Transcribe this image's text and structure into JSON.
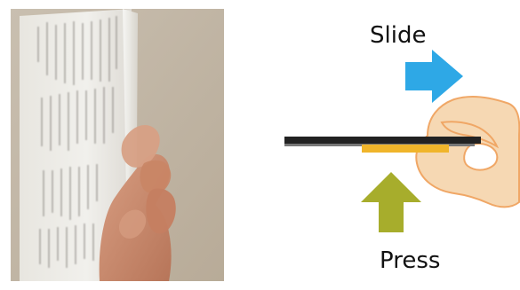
{
  "photo": {
    "icon": "hand-holding-book-photo"
  },
  "diagram": {
    "slide_label": "Slide",
    "press_label": "Press",
    "slide_arrow_color": "#2ea8e6",
    "press_arrow_color": "#a7ad2c",
    "hand_color": "#f6d8b3",
    "hand_outline_color": "#f0a766",
    "card_color": "#f0b52b",
    "book_color": "#222222"
  }
}
